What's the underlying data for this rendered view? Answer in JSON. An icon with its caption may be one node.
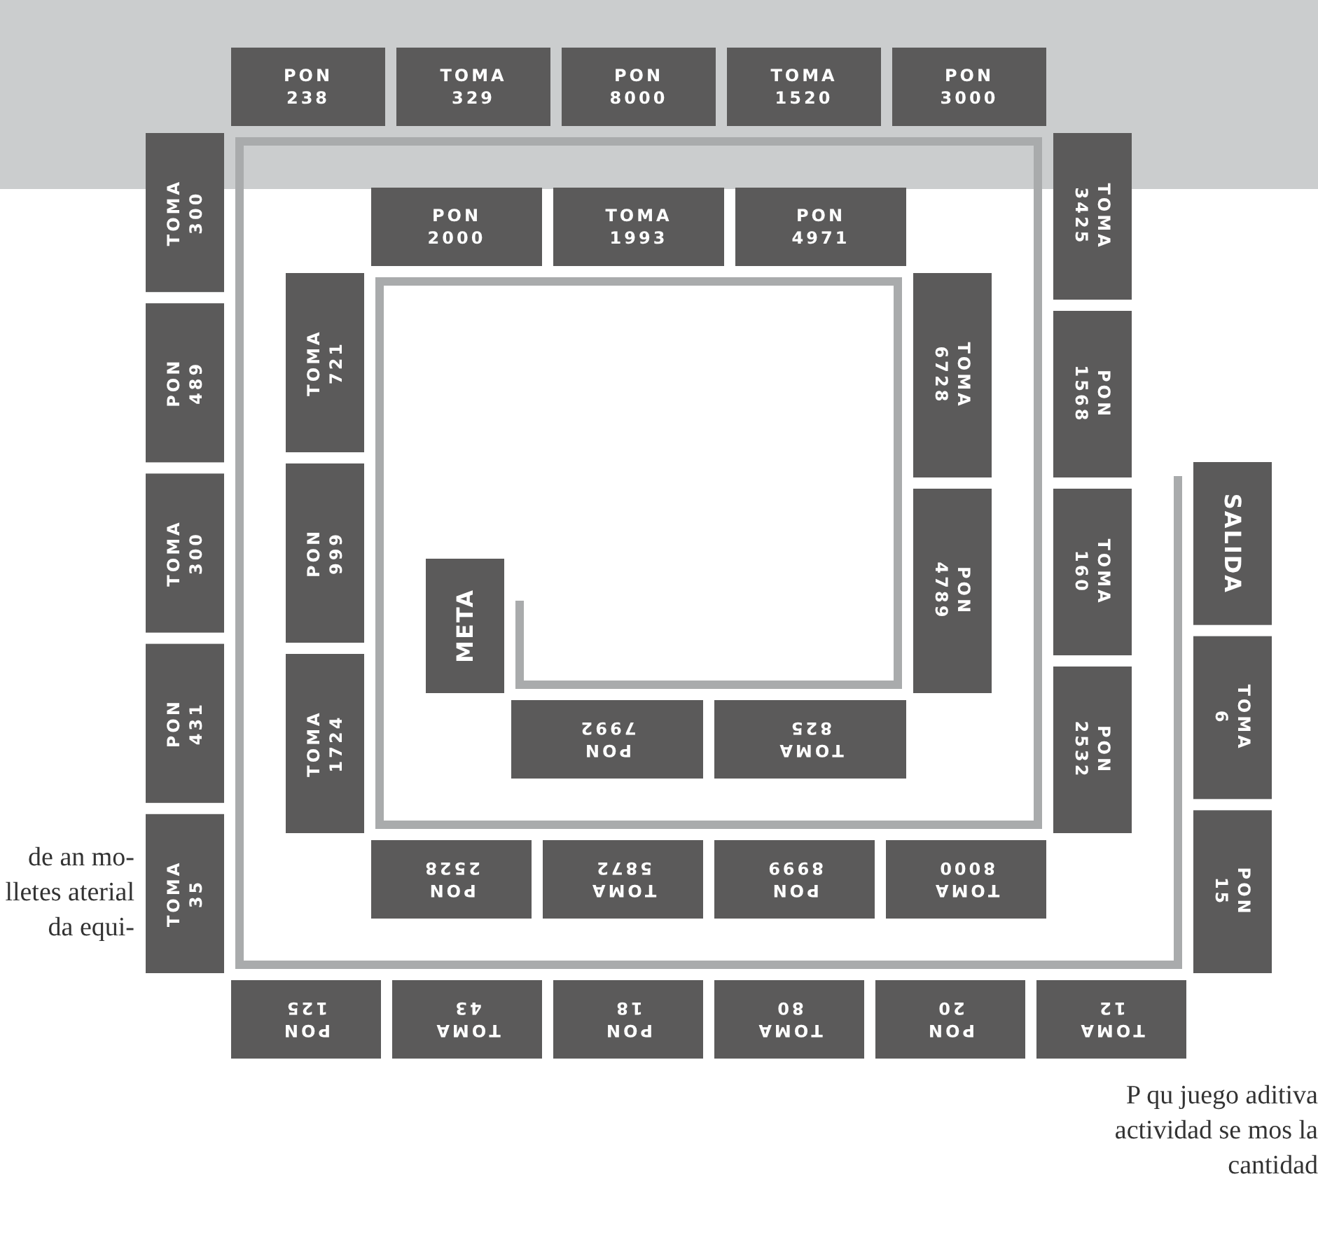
{
  "diagram": {
    "nodes": [
      {
        "text": [
          "SALIDA"
        ]
      },
      {
        "text": [
          "TOMA",
          "6"
        ]
      },
      {
        "text": [
          "PON",
          "15"
        ]
      },
      {
        "text": [
          "TOMA",
          "12"
        ]
      },
      {
        "text": [
          "PON",
          "20"
        ]
      },
      {
        "text": [
          "TOMA",
          "80"
        ]
      },
      {
        "text": [
          "PON",
          "18"
        ]
      },
      {
        "text": [
          "TOMA",
          "43"
        ]
      },
      {
        "text": [
          "PON",
          "125"
        ]
      },
      {
        "text": [
          "TOMA",
          "35"
        ]
      },
      {
        "text": [
          "PON",
          "431"
        ]
      },
      {
        "text": [
          "TOMA",
          "300"
        ]
      },
      {
        "text": [
          "PON",
          "489"
        ]
      },
      {
        "text": [
          "TOMA",
          "300"
        ]
      },
      {
        "text": [
          "PON",
          "238"
        ]
      },
      {
        "text": [
          "TOMA",
          "329"
        ]
      },
      {
        "text": [
          "PON",
          "8000"
        ]
      },
      {
        "text": [
          "TOMA",
          "1520"
        ]
      },
      {
        "text": [
          "PON",
          "3000"
        ]
      },
      {
        "text": [
          "TOMA",
          "3425"
        ]
      },
      {
        "text": [
          "PON",
          "1568"
        ]
      },
      {
        "text": [
          "TOMA",
          "160"
        ]
      },
      {
        "text": [
          "PON",
          "2532"
        ]
      },
      {
        "text": [
          "TOMA",
          "8000"
        ]
      },
      {
        "text": [
          "PON",
          "8999"
        ]
      },
      {
        "text": [
          "TOMA",
          "5872"
        ]
      },
      {
        "text": [
          "PON",
          "2528"
        ]
      },
      {
        "text": [
          "TOMA",
          "1724"
        ]
      },
      {
        "text": [
          "PON",
          "999"
        ]
      },
      {
        "text": [
          "TOMA",
          "721"
        ]
      },
      {
        "text": [
          "PON",
          "2000"
        ]
      },
      {
        "text": [
          "TOMA",
          "1993"
        ]
      },
      {
        "text": [
          "PON",
          "4971"
        ]
      },
      {
        "text": [
          "TOMA",
          "6728"
        ]
      },
      {
        "text": [
          "PON",
          "4789"
        ]
      },
      {
        "text": [
          "TOMA",
          "825"
        ]
      },
      {
        "text": [
          "PON",
          "7992"
        ]
      },
      {
        "text": [
          "META"
        ]
      }
    ],
    "labels": [
      "de an mo- lletes aterial da equi-",
      "P qu juego aditiva actividad se mos la cantidad"
    ]
  }
}
